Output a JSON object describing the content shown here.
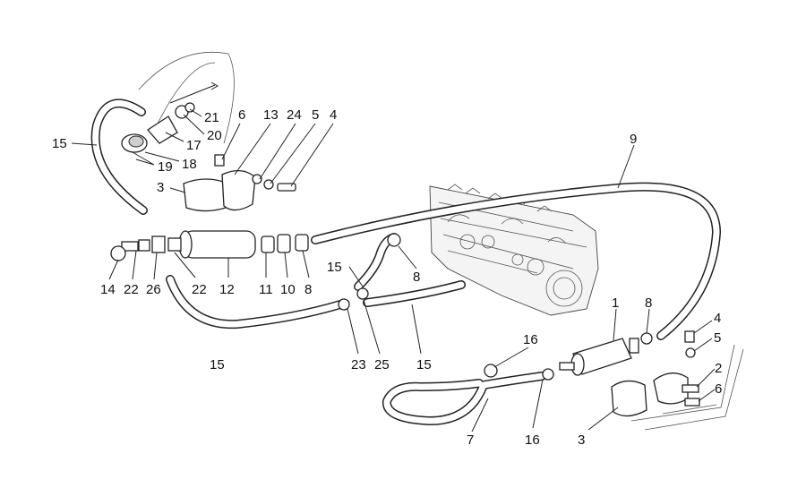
{
  "callouts": [
    {
      "id": "c15a",
      "text": "15"
    },
    {
      "id": "c21",
      "text": "21"
    },
    {
      "id": "c20",
      "text": "20"
    },
    {
      "id": "c17",
      "text": "17"
    },
    {
      "id": "c18",
      "text": "18"
    },
    {
      "id": "c19",
      "text": "19"
    },
    {
      "id": "c6a",
      "text": "6"
    },
    {
      "id": "c13",
      "text": "13"
    },
    {
      "id": "c24",
      "text": "24"
    },
    {
      "id": "c5a",
      "text": "5"
    },
    {
      "id": "c4a",
      "text": "4"
    },
    {
      "id": "c3a",
      "text": "3"
    },
    {
      "id": "c9",
      "text": "9"
    },
    {
      "id": "c14",
      "text": "14"
    },
    {
      "id": "c22a",
      "text": "22"
    },
    {
      "id": "c26",
      "text": "26"
    },
    {
      "id": "c22b",
      "text": "22"
    },
    {
      "id": "c12",
      "text": "12"
    },
    {
      "id": "c11",
      "text": "11"
    },
    {
      "id": "c10",
      "text": "10"
    },
    {
      "id": "c8a",
      "text": "8"
    },
    {
      "id": "c15b",
      "text": "15"
    },
    {
      "id": "c8b",
      "text": "8"
    },
    {
      "id": "c15c",
      "text": "15"
    },
    {
      "id": "c23",
      "text": "23"
    },
    {
      "id": "c25",
      "text": "25"
    },
    {
      "id": "c15d",
      "text": "15"
    },
    {
      "id": "c1",
      "text": "1"
    },
    {
      "id": "c8c",
      "text": "8"
    },
    {
      "id": "c4b",
      "text": "4"
    },
    {
      "id": "c5b",
      "text": "5"
    },
    {
      "id": "c2",
      "text": "2"
    },
    {
      "id": "c6b",
      "text": "6"
    },
    {
      "id": "c16a",
      "text": "16"
    },
    {
      "id": "c16b",
      "text": "16"
    },
    {
      "id": "c7",
      "text": "7"
    },
    {
      "id": "c3b",
      "text": "3"
    }
  ]
}
